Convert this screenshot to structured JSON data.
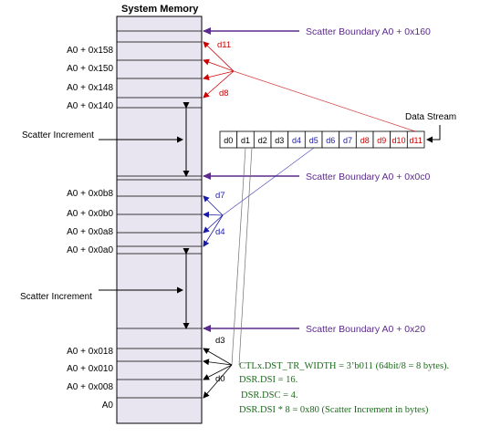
{
  "title": "System Memory",
  "address_labels": [
    "A0 + 0x158",
    "A0 + 0x150",
    "A0 + 0x148",
    "A0 + 0x140",
    "A0 + 0x0b8",
    "A0 + 0x0b0",
    "A0 + 0x0a8",
    "A0 + 0x0a0",
    "A0 + 0x018",
    "A0 + 0x010",
    "A0 + 0x008",
    "A0"
  ],
  "boundaries": [
    "Scatter Boundary A0 + 0x160",
    "Scatter Boundary A0 + 0x0c0",
    "Scatter Boundary A0 + 0x20"
  ],
  "scatter_increment_label": "Scatter Increment",
  "data_stream": {
    "label": "Data Stream",
    "cells": [
      "d0",
      "d1",
      "d2",
      "d3",
      "d4",
      "d5",
      "d6",
      "d7",
      "d8",
      "d9",
      "d10",
      "d11"
    ],
    "cell_colors": [
      "#000000",
      "#000000",
      "#000000",
      "#000000",
      "#1a1aa8",
      "#1a1aa8",
      "#1a1aa8",
      "#1a1aa8",
      "#cc0000",
      "#cc0000",
      "#cc0000",
      "#cc0000"
    ]
  },
  "group_labels": {
    "top_first": "d11",
    "top_last": "d8",
    "mid_first": "d7",
    "mid_last": "d4",
    "bot_first": "d3",
    "bot_last": "d0"
  },
  "notes": [
    "CTLx.DST_TR_WIDTH = 3’b011 (64bit/8 = 8 bytes).",
    "DSR.DSI = 16.",
    "DSR.DSC = 4.",
    "DSR.DSI * 8 = 0x80 (Scatter Increment in bytes)"
  ],
  "colors": {
    "memory_fill": "#e8e4f0",
    "boundary": "#5b2b8c",
    "red": "#cc0000",
    "blue": "#1a1aa8",
    "note": "#1e6b1e"
  }
}
